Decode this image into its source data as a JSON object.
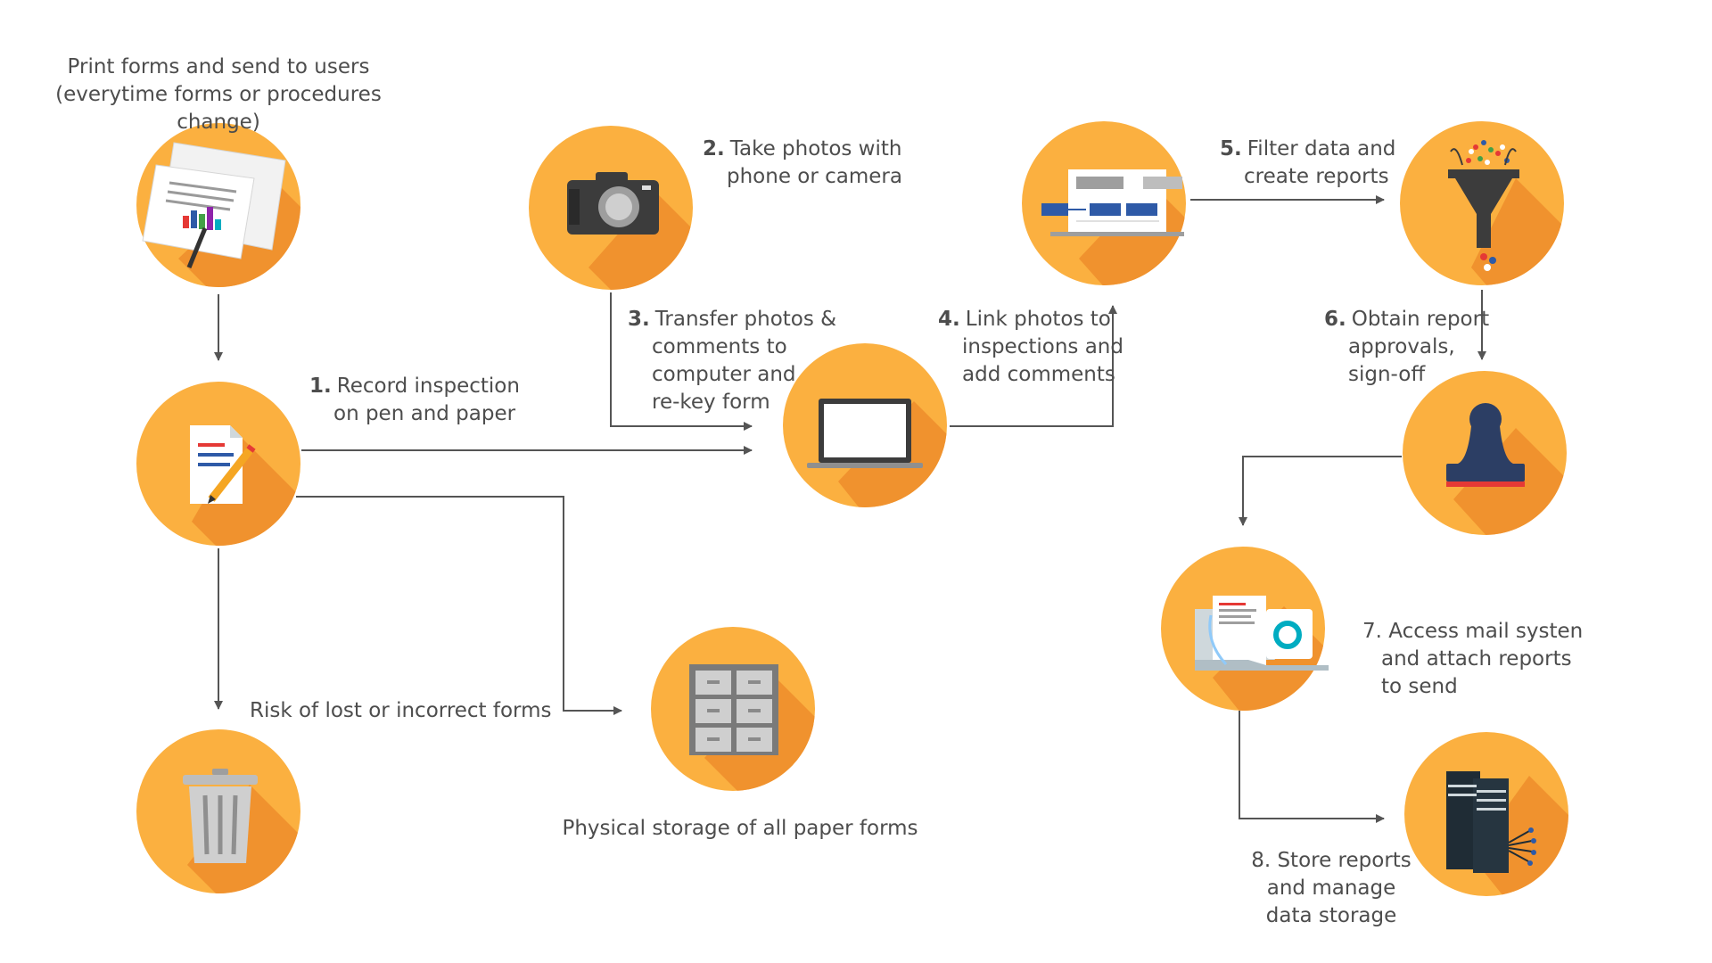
{
  "colors": {
    "circle": "#FBB040",
    "shadow": "#F0922E",
    "arrow": "#555555",
    "text": "#4D4D4D",
    "dark": "#3C3C3C",
    "blue": "#2E5AA7",
    "red": "#E53935",
    "navy": "#2C3E64"
  },
  "top_note": {
    "line1": "Print forms and send to users",
    "line2": "(everytime forms or procedures change)"
  },
  "steps": {
    "s1": {
      "num": "1.",
      "line1": "Record inspection",
      "line2": "on pen and paper"
    },
    "s2": {
      "num": "2.",
      "line1": "Take photos with",
      "line2": "phone or camera"
    },
    "s3": {
      "num": "3.",
      "line1": "Transfer photos &",
      "line2": "comments to",
      "line3": "computer and",
      "line4": "re-key form"
    },
    "s4": {
      "num": "4.",
      "line1": "Link photos to",
      "line2": "inspections and",
      "line3": "add comments"
    },
    "s5": {
      "num": "5.",
      "line1": "Filter data and",
      "line2": "create reports"
    },
    "s6": {
      "num": "6.",
      "line1": "Obtain report",
      "line2": "approvals,",
      "line3": "sign-off"
    },
    "s7": {
      "line1": "7. Access mail systen",
      "line2": "and attach reports",
      "line3": "to send"
    },
    "s8": {
      "line1": "8. Store reports",
      "line2": "and manage",
      "line3": "data storage"
    }
  },
  "risk_label": "Risk of lost or incorrect forms",
  "storage_label": "Physical storage of all paper forms",
  "nodes": [
    {
      "id": "print-forms",
      "icon": "paper-documents-icon"
    },
    {
      "id": "record-inspection",
      "icon": "form-pencil-icon"
    },
    {
      "id": "trash",
      "icon": "trash-can-icon"
    },
    {
      "id": "camera",
      "icon": "camera-icon"
    },
    {
      "id": "laptop",
      "icon": "laptop-icon"
    },
    {
      "id": "filing-cabinet",
      "icon": "filing-cabinet-icon"
    },
    {
      "id": "monitor",
      "icon": "monitor-dashboard-icon"
    },
    {
      "id": "funnel",
      "icon": "funnel-icon"
    },
    {
      "id": "stamp",
      "icon": "stamp-icon"
    },
    {
      "id": "mail",
      "icon": "mail-attachment-icon"
    },
    {
      "id": "servers",
      "icon": "server-rack-icon"
    }
  ]
}
